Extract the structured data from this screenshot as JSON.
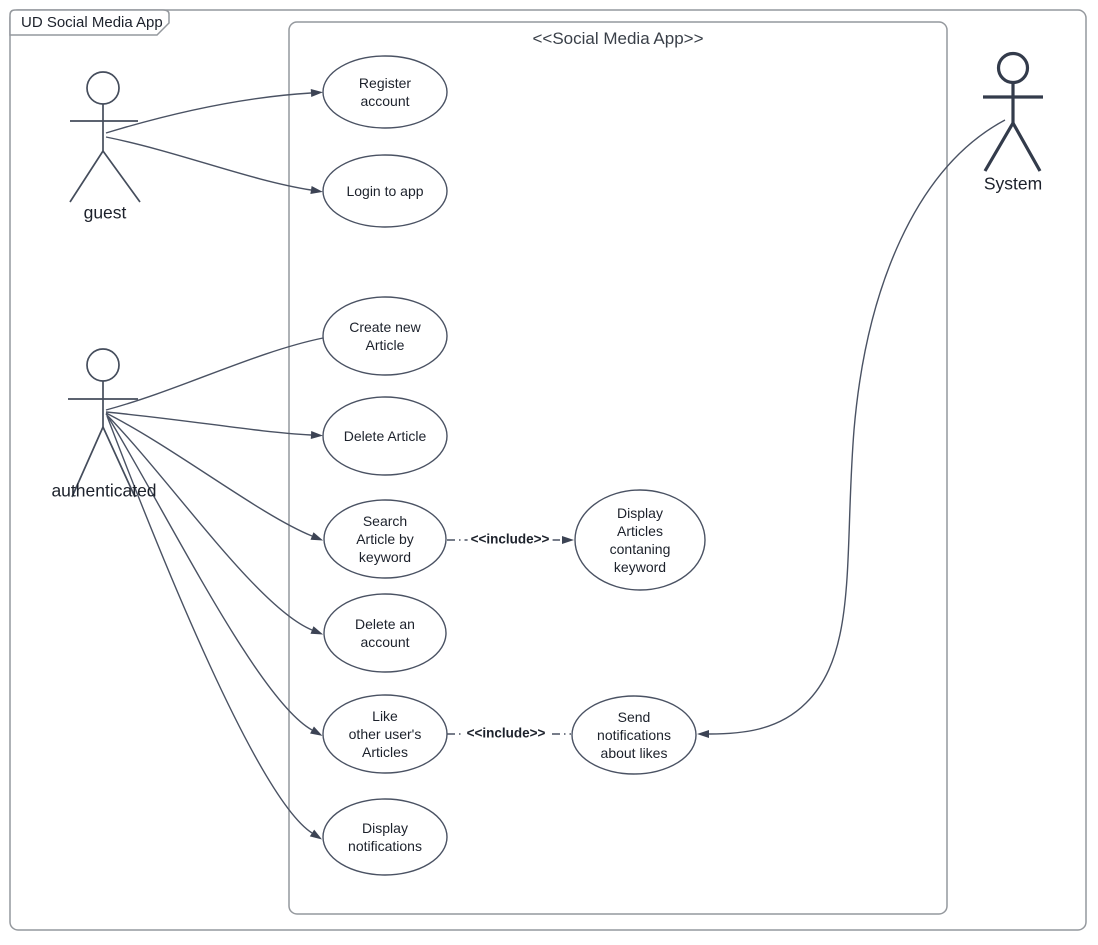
{
  "frame": {
    "label": "UD Social Media App"
  },
  "system_boundary": {
    "title": "<<Social Media App>>"
  },
  "actors": {
    "guest": {
      "label": "guest"
    },
    "authenticated": {
      "label": "authenticated"
    },
    "system": {
      "label": "System"
    }
  },
  "use_cases": {
    "register": {
      "label": "Register\naccount"
    },
    "login": {
      "label": "Login to app"
    },
    "create_article": {
      "label": "Create new\nArticle"
    },
    "delete_article": {
      "label": "Delete Article"
    },
    "search_article": {
      "label": "Search\nArticle by\nkeyword"
    },
    "delete_account": {
      "label": "Delete an\naccount"
    },
    "like_articles": {
      "label": "Like\nother user's\nArticles"
    },
    "display_notifications": {
      "label": "Display\nnotifications"
    },
    "display_articles": {
      "label": "Display\nArticles\ncontaning\nkeyword"
    },
    "send_notifications": {
      "label": "Send\nnotifications\nabout likes"
    }
  },
  "relationships": {
    "include_search": {
      "label": "<<include>>"
    },
    "include_like": {
      "label": "<<include>>"
    }
  },
  "colors": {
    "connector": "#4a5263",
    "arrowhead": "#3c4354",
    "boundary_border": "#94989d",
    "node_border": "#4a5263",
    "text": "#1c212b",
    "background": "#ffffff"
  }
}
